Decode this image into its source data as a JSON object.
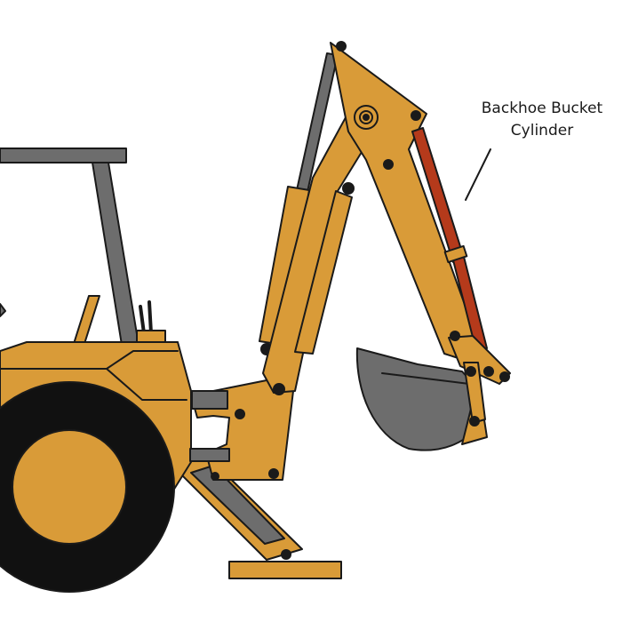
{
  "callout": {
    "line1": "Backhoe Bucket",
    "line2": "Cylinder"
  },
  "colors": {
    "body": "#D99B38",
    "outline": "#1a1a1a",
    "steel": "#6d6d6d",
    "steel_dark": "#4a4a4a",
    "tire": "#111111",
    "cylinder_highlight": "#B53A1B",
    "background": "#ffffff"
  },
  "parts": {
    "tractor_body": "tractor-body",
    "rear_wheel": "rear-wheel",
    "rops_canopy": "rops-canopy",
    "swing_frame": "swing-frame",
    "stabilizer": "stabilizer",
    "boom": "boom",
    "boom_cylinder": "boom-cylinder",
    "dipper_stick": "dipper-stick",
    "bucket_cylinder": "bucket-cylinder",
    "bucket": "bucket",
    "bucket_linkage": "bucket-linkage"
  }
}
